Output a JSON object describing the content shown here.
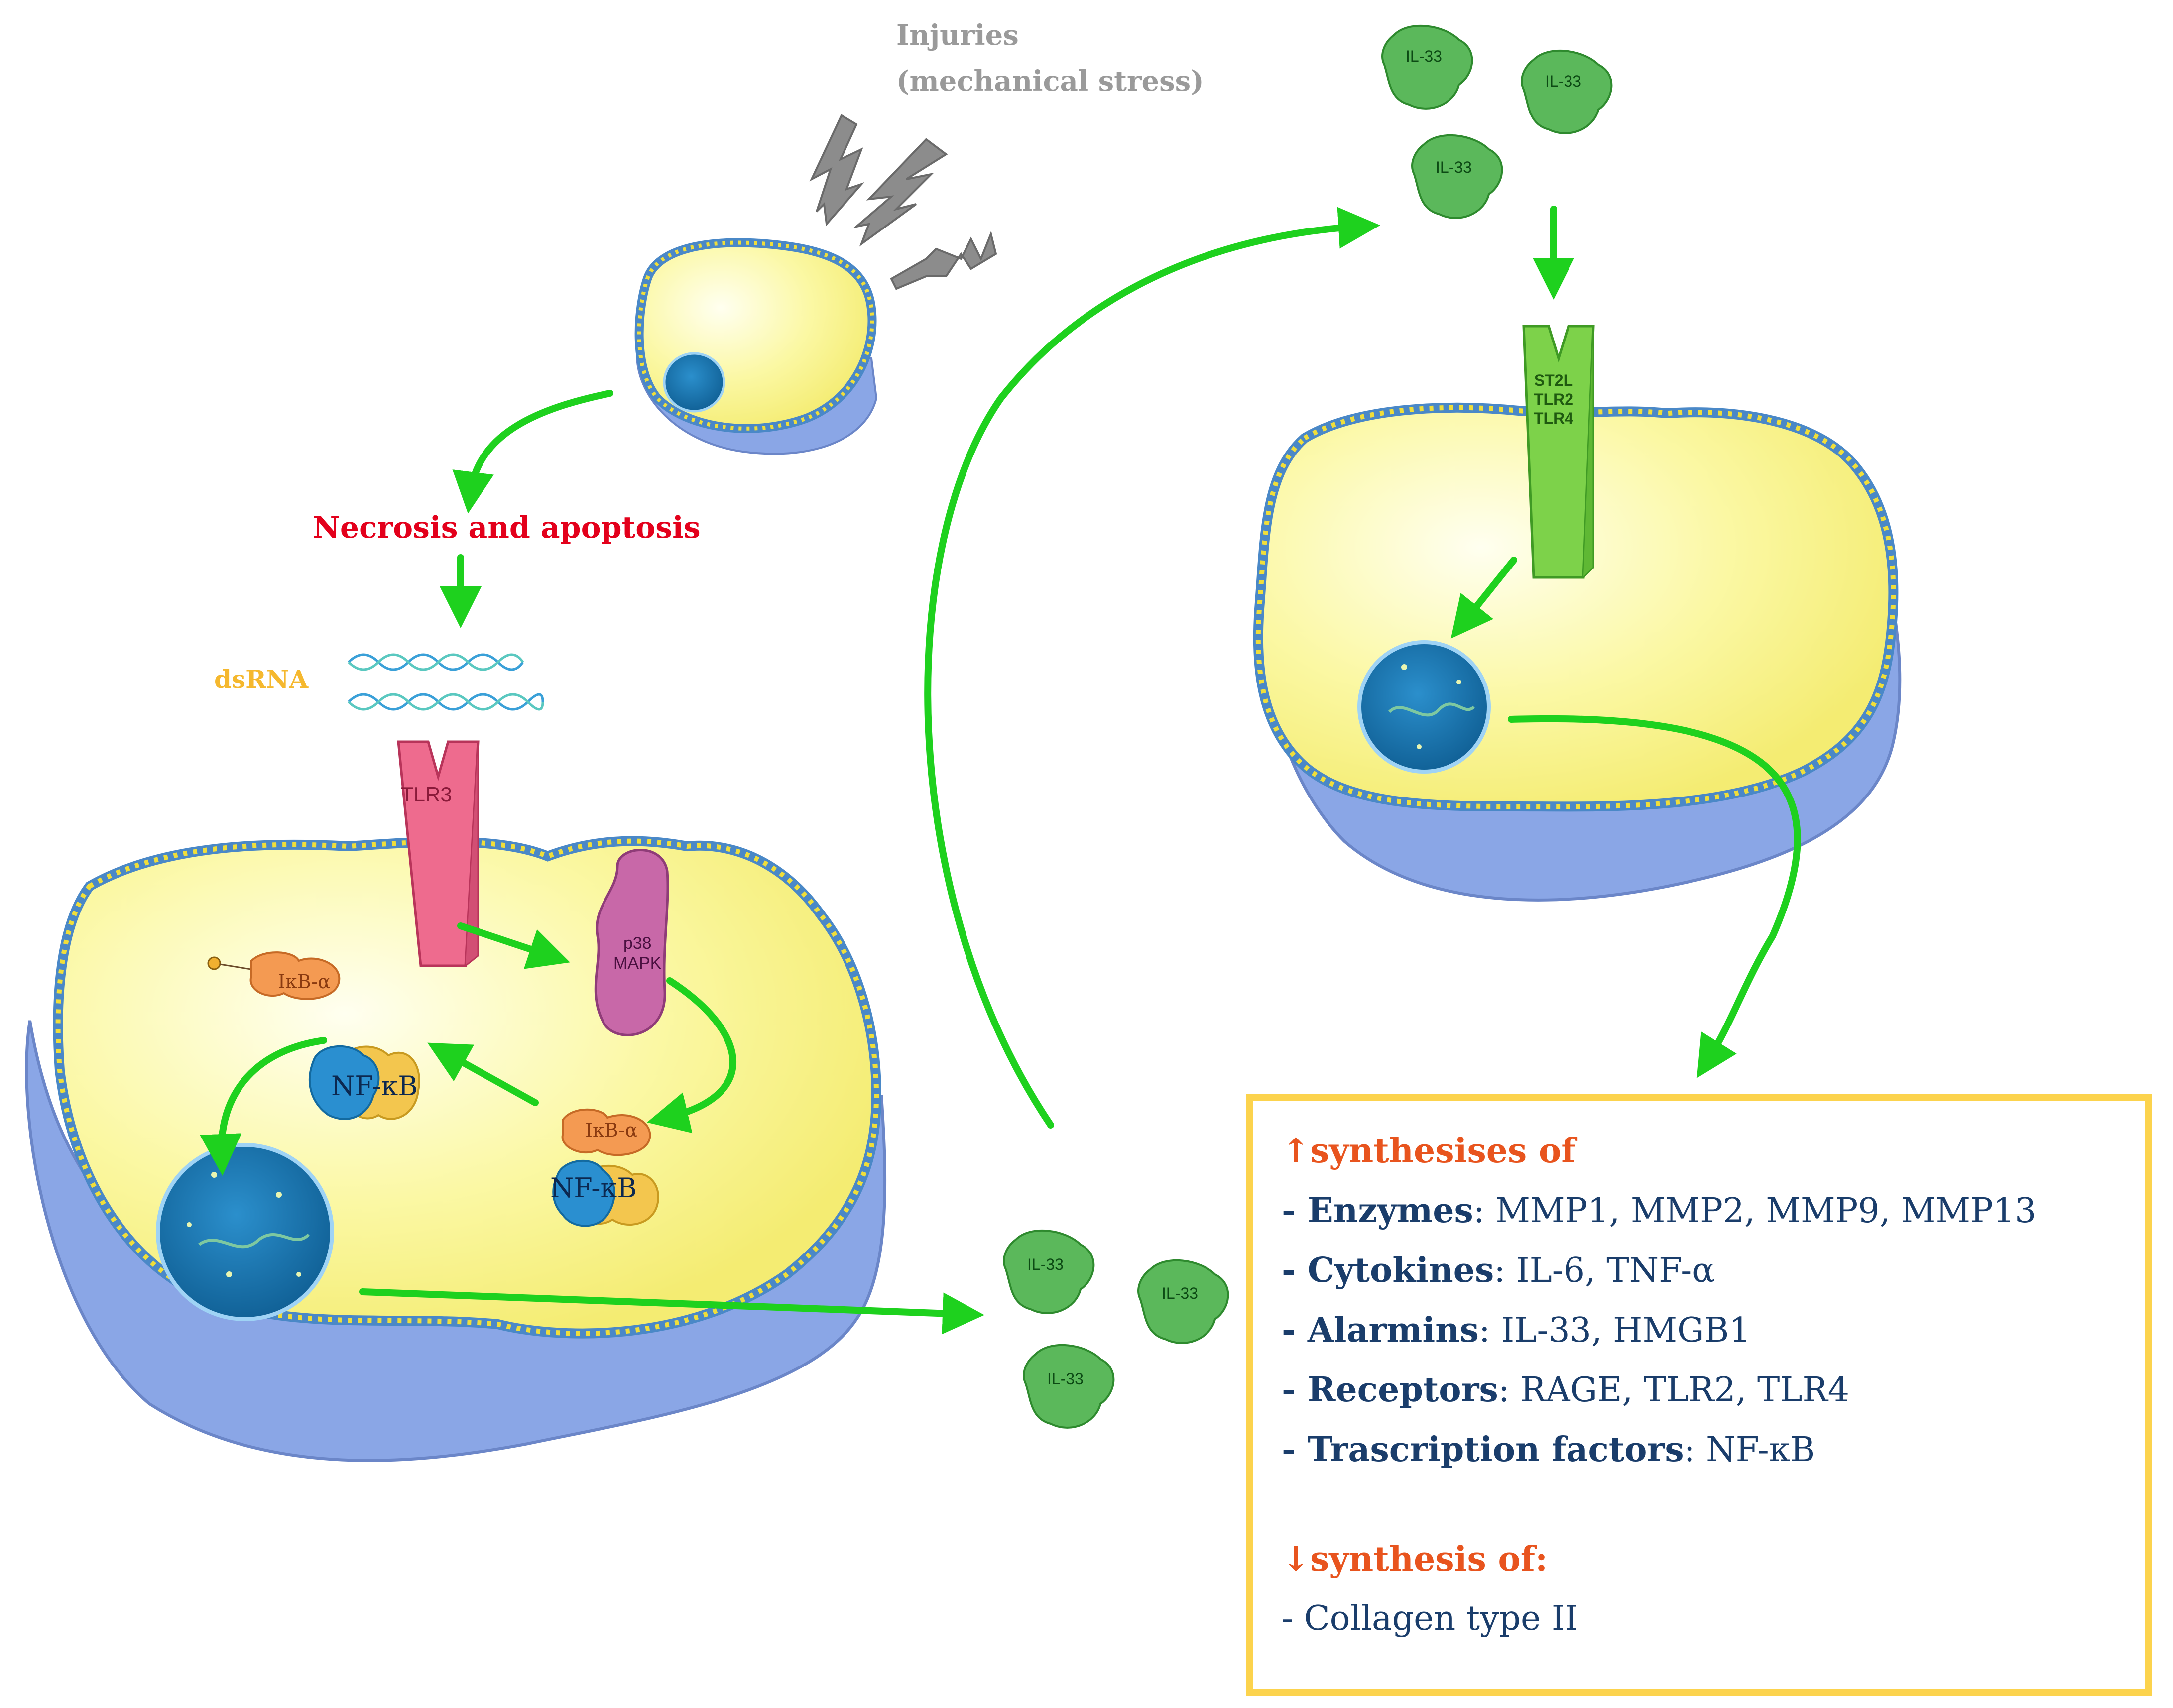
{
  "injury_label": {
    "line1": "Injuries",
    "line2": "(mechanical stress)"
  },
  "necrosis_label": "Necrosis and apoptosis",
  "dsrna_label": "dsRNA",
  "tlr3_label": "TLR3",
  "p38_label": {
    "line1": "p38",
    "line2": "MAPK"
  },
  "ikb_label": "IκB-α",
  "nfkb_label": "NF-κB",
  "il33_label": "IL-33",
  "receptor_label": {
    "line1": "ST2L",
    "line2": "TLR2",
    "line3": "TLR4"
  },
  "effects": {
    "up_heading": "↑synthesises of",
    "items": [
      {
        "term": "- Enzymes",
        "sep": ": ",
        "value": "MMP1, MMP2, MMP9, MMP13"
      },
      {
        "term": "- Cytokines",
        "sep": ": ",
        "value": "IL-6, TNF-α"
      },
      {
        "term": "- Alarmins",
        "sep": ": ",
        "value": "IL-33, HMGB1"
      },
      {
        "term": "- Receptors",
        "sep": ": ",
        "value": "RAGE, TLR2, TLR4"
      },
      {
        "term": "- Trascription factors",
        "sep": ": ",
        "value": "NF-κB"
      }
    ],
    "down_heading": "↓synthesis of:",
    "down_item": "- Collagen type II"
  },
  "colors": {
    "arrow": "#1ed11e",
    "cytoplasm": "#fbf8a4",
    "membrane": "#4a88c7",
    "base": "#8aa6e6",
    "nucleus": "#1e78b4",
    "tlr3": "#ee6b8e",
    "p38": "#c868a8",
    "il33": "#5bb85b",
    "receptor": "#7dd24a",
    "ikb": "#f49a52",
    "nfkb_blue": "#2a8fd0",
    "nfkb_yellow": "#f3c64e",
    "bolt": "#8c8c8c",
    "box_border": "#fcd34d",
    "heading": "#e8541e",
    "text": "#1a3d6b"
  }
}
